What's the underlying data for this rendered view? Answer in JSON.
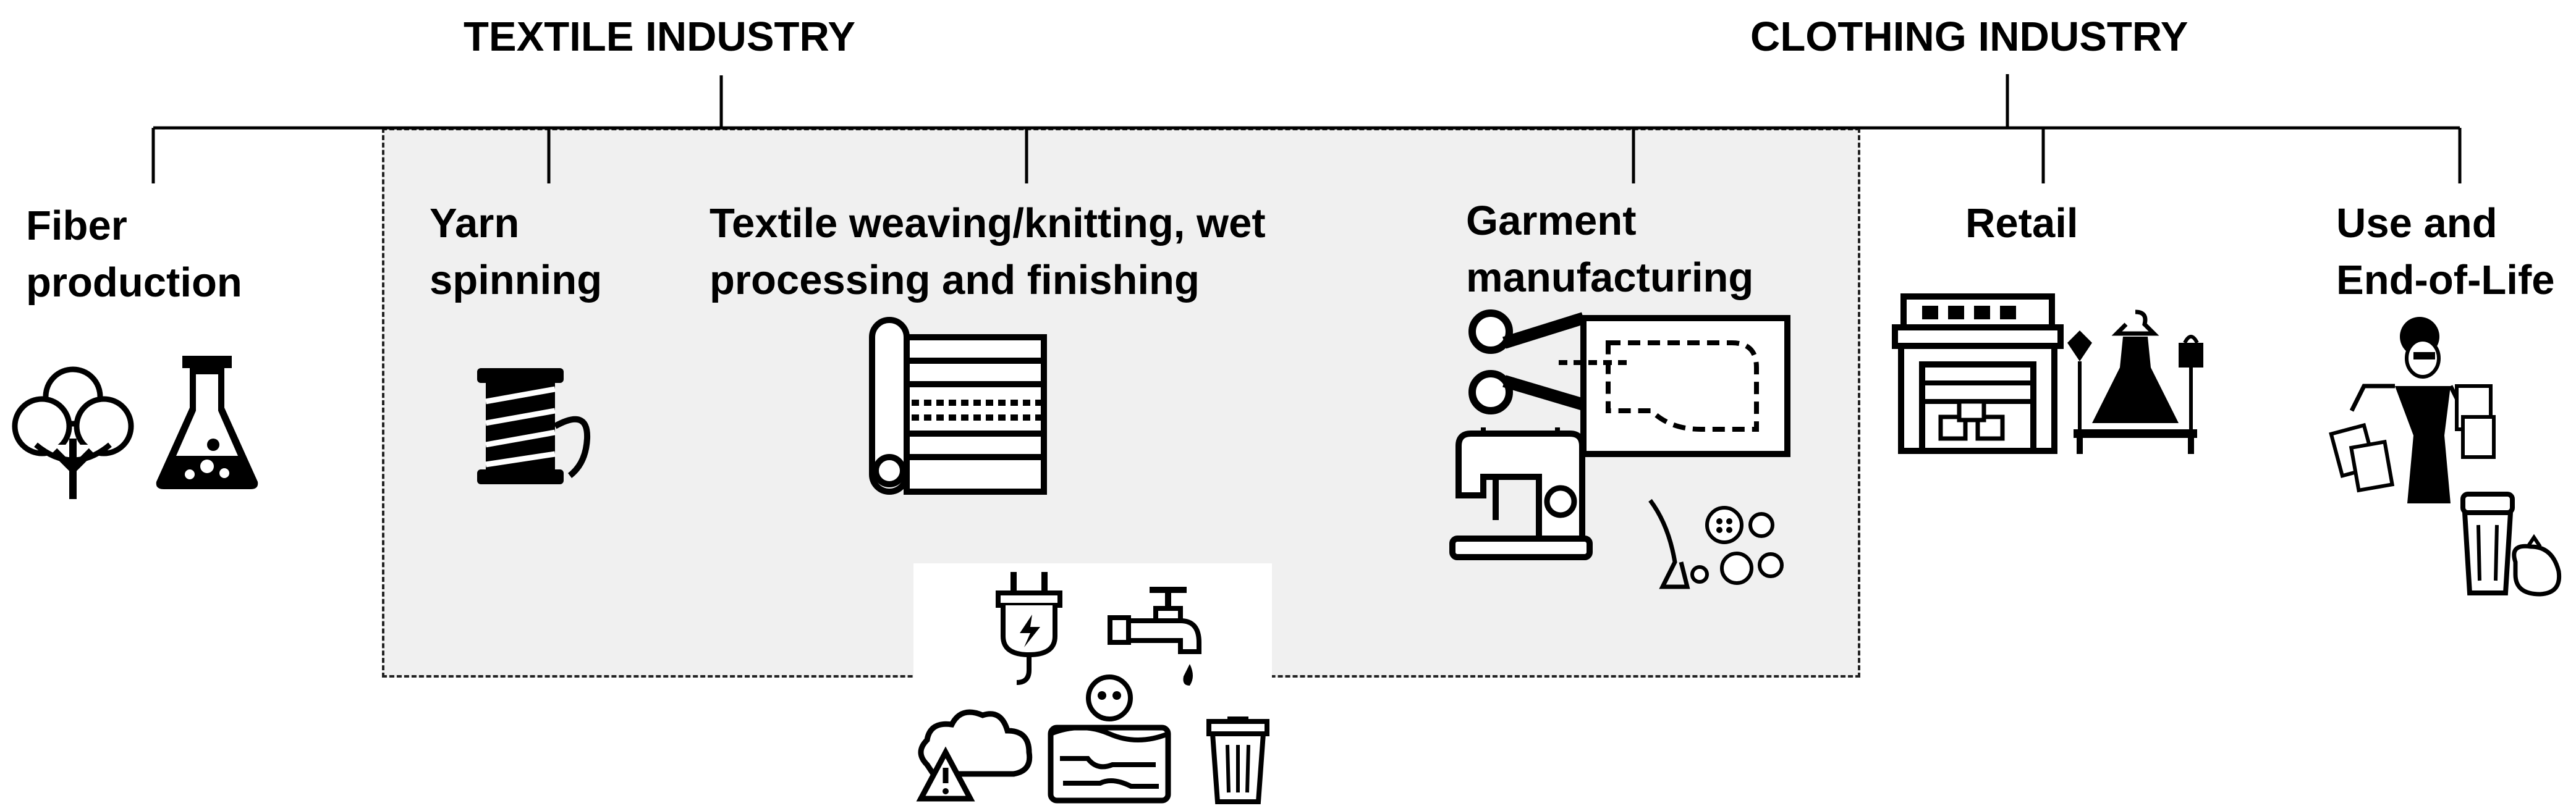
{
  "industries": {
    "textile": "TEXTILE INDUSTRY",
    "clothing": "CLOTHING INDUSTRY"
  },
  "stages": [
    {
      "line1": "Fiber",
      "line2": "production"
    },
    {
      "line1": "Yarn",
      "line2": "spinning"
    },
    {
      "line1": "Textile weaving/knitting,  wet",
      "line2": "processing and finishing"
    },
    {
      "line1": "Garment",
      "line2": "manufacturing"
    },
    {
      "line1": "Retail",
      "line2": ""
    },
    {
      "line1": "Use and",
      "line2": "End-of-Life"
    }
  ],
  "icons": {
    "fiber": [
      "cotton-plant-icon",
      "flask-icon"
    ],
    "yarn": [
      "thread-spool-icon"
    ],
    "textile": [
      "fabric-roll-icon"
    ],
    "garment": [
      "scissors-pattern-icon",
      "sewing-machine-icon",
      "zipper-buttons-icon"
    ],
    "retail": [
      "store-icon",
      "dress-display-icon"
    ],
    "use": [
      "shopping-woman-icon",
      "trash-bin-icon"
    ],
    "impacts": [
      "electric-plug-icon",
      "water-tap-icon",
      "pollution-cloud-icon",
      "toxic-soil-icon",
      "waste-bin-icon"
    ]
  },
  "colors": {
    "highlight_box": "#f0f0f0",
    "ink": "#000000"
  }
}
